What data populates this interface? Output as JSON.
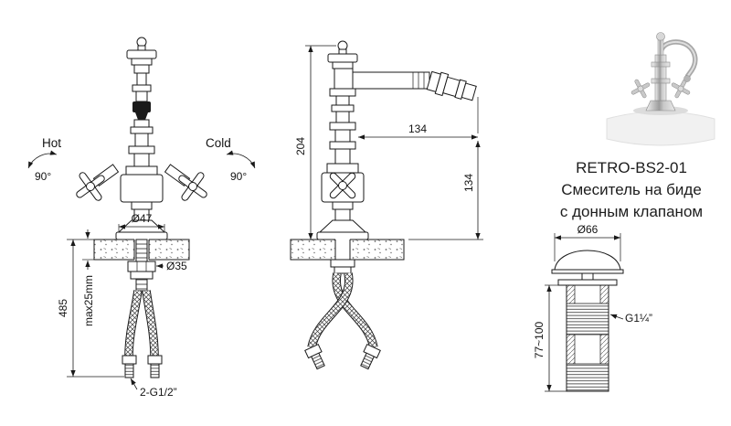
{
  "colors": {
    "line": "#1a1a1a",
    "background": "#ffffff"
  },
  "front_view": {
    "label_hot": "Hot",
    "label_cold": "Cold",
    "rotation_left": "90°",
    "rotation_right": "90°",
    "dim_base_diameter": "Ø47",
    "dim_shank_diameter": "Ø35",
    "dim_height": "485",
    "dim_max_thickness": "max25mm",
    "dim_hose_thread": "2-G1/2”"
  },
  "side_view": {
    "dim_height": "204",
    "dim_reach": "134",
    "dim_outlet_height": "134"
  },
  "product": {
    "model": "RETRO-BS2-01",
    "name_line1": "Смеситель на биде",
    "name_line2": "с донным клапаном"
  },
  "drain_valve": {
    "dim_cap_diameter": "Ø66",
    "dim_height_range": "77~100",
    "dim_thread": "G1¼”"
  }
}
